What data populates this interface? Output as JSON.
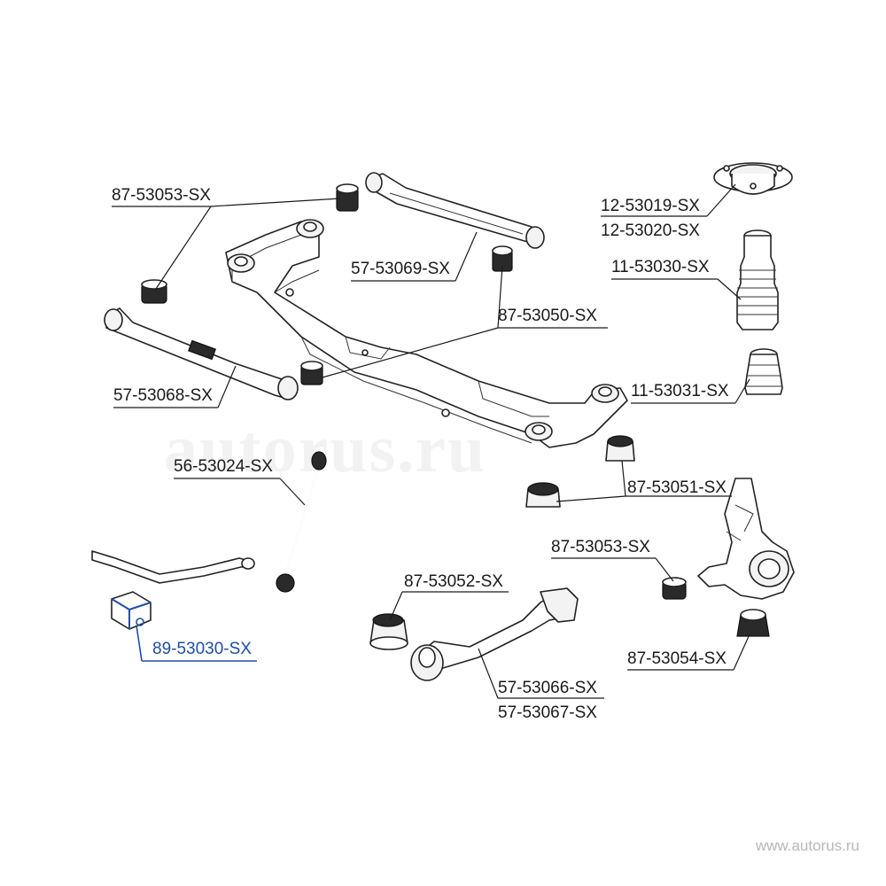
{
  "watermark": {
    "text": "autorus.ru",
    "url": "www.autorus.ru"
  },
  "labels": [
    {
      "id": "lbl-87-53053-top",
      "text": "87-53053-SX",
      "highlight": false
    },
    {
      "id": "lbl-57-53069",
      "text": "57-53069-SX",
      "highlight": false
    },
    {
      "id": "lbl-87-53050",
      "text": "87-53050-SX",
      "highlight": false
    },
    {
      "id": "lbl-57-53068",
      "text": "57-53068-SX",
      "highlight": false
    },
    {
      "id": "lbl-56-53024",
      "text": "56-53024-SX",
      "highlight": false
    },
    {
      "id": "lbl-89-53030",
      "text": "89-53030-SX",
      "highlight": true
    },
    {
      "id": "lbl-12-53019",
      "text": "12-53019-SX",
      "highlight": false
    },
    {
      "id": "lbl-12-53020",
      "text": "12-53020-SX",
      "highlight": false
    },
    {
      "id": "lbl-11-53030",
      "text": "11-53030-SX",
      "highlight": false
    },
    {
      "id": "lbl-11-53031",
      "text": "11-53031-SX",
      "highlight": false
    },
    {
      "id": "lbl-87-53051",
      "text": "87-53051-SX",
      "highlight": false
    },
    {
      "id": "lbl-87-53053-right",
      "text": "87-53053-SX",
      "highlight": false
    },
    {
      "id": "lbl-87-53052",
      "text": "87-53052-SX",
      "highlight": false
    },
    {
      "id": "lbl-87-53054",
      "text": "87-53054-SX",
      "highlight": false
    },
    {
      "id": "lbl-57-53066",
      "text": "57-53066-SX",
      "highlight": false
    },
    {
      "id": "lbl-57-53067",
      "text": "57-53067-SX",
      "highlight": false
    }
  ],
  "colors": {
    "line": "#1a1a1a",
    "highlight": "#1f4fa3",
    "watermark": "#f2f2f2",
    "url": "#b8b8b8"
  }
}
